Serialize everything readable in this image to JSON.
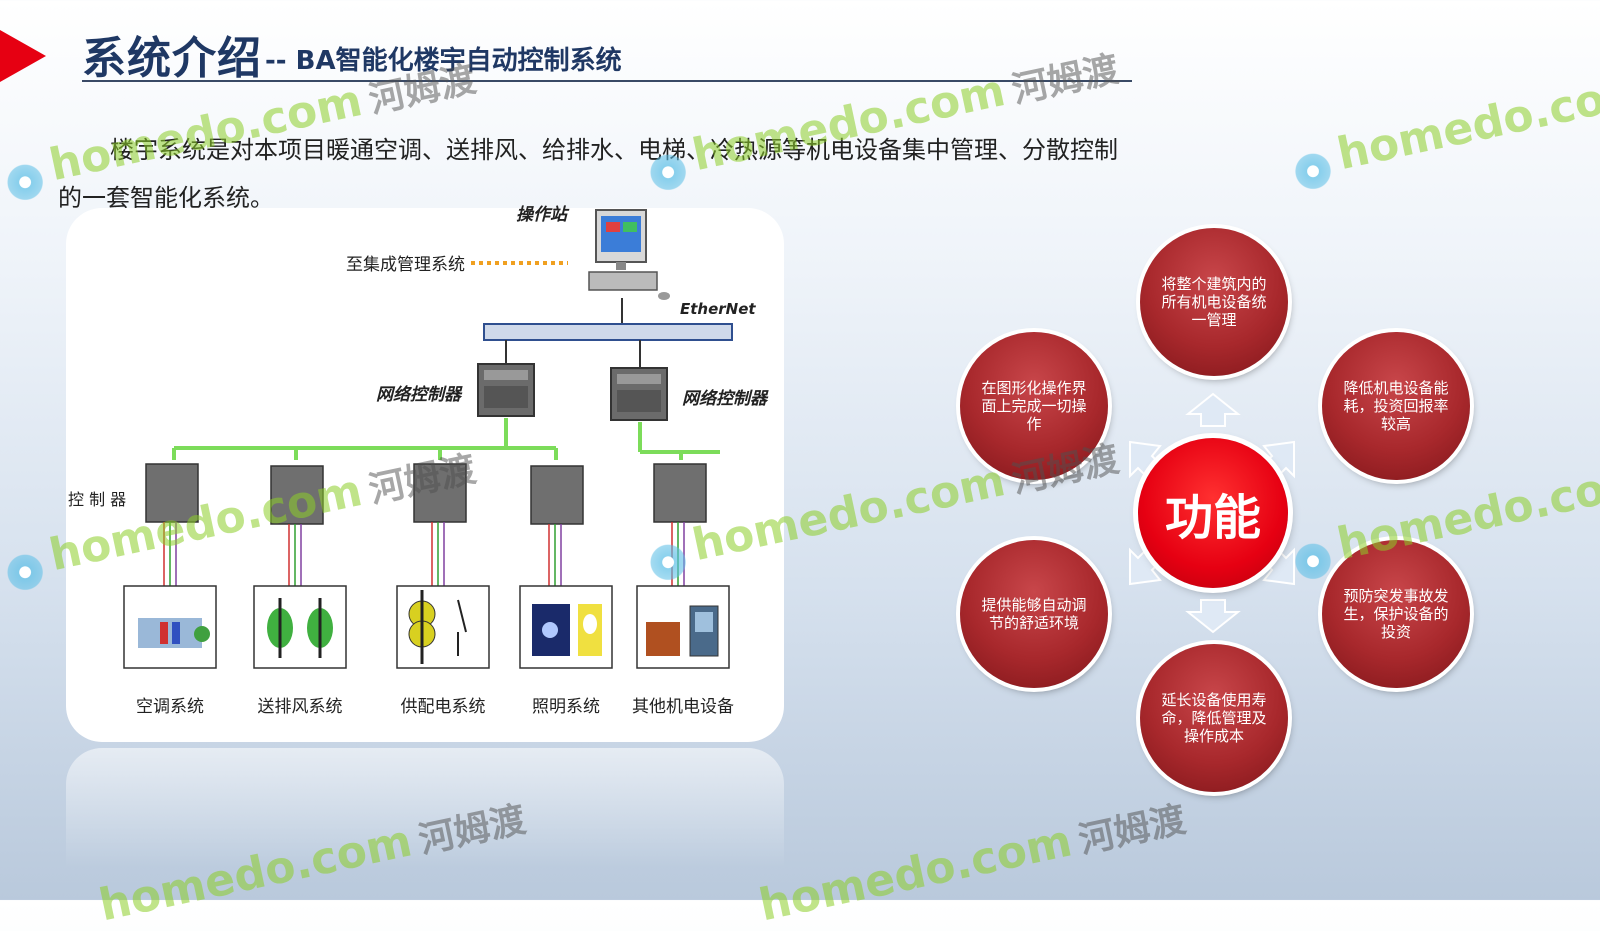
{
  "title": {
    "main": "系统介绍",
    "sub": "-- BA智能化楼宇自动控制系统"
  },
  "intro": "楼宇系统是对本项目暖通空调、送排风、给排水、电梯、冷热源等机电设备集中管理、分散控制的一套智能化系统。",
  "diagram": {
    "operator_station": "操作站",
    "to_ims": "至集成管理系统",
    "ethernet": "EtherNet",
    "net_controller_left": "网络控制器",
    "net_controller_right": "网络控制器",
    "controller": "控 制 器",
    "systems": [
      {
        "label": "空调系统"
      },
      {
        "label": "送排风系统"
      },
      {
        "label": "供配电系统"
      },
      {
        "label": "照明系统"
      },
      {
        "label": "其他机电设备"
      }
    ]
  },
  "functions": {
    "center": "功能",
    "items": [
      {
        "label": "将整个建筑内的所有机电设备统一管理"
      },
      {
        "label": "降低机电设备能耗，投资回报率较高"
      },
      {
        "label": "预防突发事故发生，保护设备的投资"
      },
      {
        "label": "延长设备使用寿命，降低管理及操作成本"
      },
      {
        "label": "提供能够自动调节的舒适环境"
      },
      {
        "label": "在图形化操作界面上完成一切操作"
      }
    ]
  },
  "watermark": {
    "en": "homedo.com",
    "cn": "河姆渡"
  },
  "colors": {
    "accent": "#e60012",
    "title": "#1f3864",
    "bubble": "#a8282c",
    "bus_green": "#7cdc5a",
    "ethernet_bar": "#2f4f8f"
  }
}
